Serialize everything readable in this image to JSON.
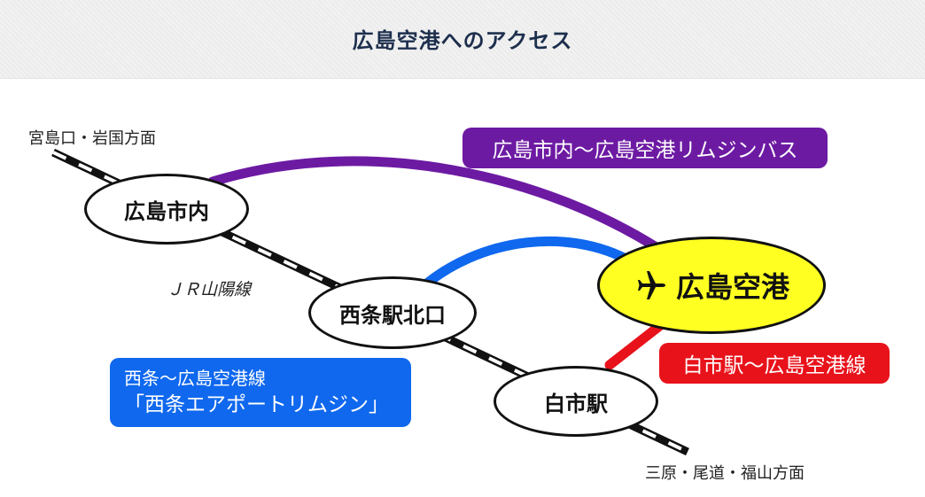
{
  "title": "広島空港へのアクセス",
  "colors": {
    "limousine_purple": "#6d1aa3",
    "saijo_blue": "#0f68ee",
    "shiraichi_red": "#e8121b",
    "airport_yellow": "#ffff22",
    "jr_line_black": "#111111"
  },
  "directions": {
    "west": "宮島口・岩国方面",
    "east": "三原・尾道・福山方面"
  },
  "rail_line": "ＪＲ山陽線",
  "stations": {
    "hiroshima_city": "広島市内",
    "saijo": "西条駅北口",
    "shiraichi": "白市駅",
    "airport": "広島空港"
  },
  "routes": {
    "limousine": "広島市内～広島空港リムジンバス",
    "saijo_line1": "西条～広島空港線",
    "saijo_line2": "「西条エアポートリムジン」",
    "shiraichi": "白市駅～広島空港線"
  },
  "icons": {
    "airport": "airplane-icon"
  }
}
